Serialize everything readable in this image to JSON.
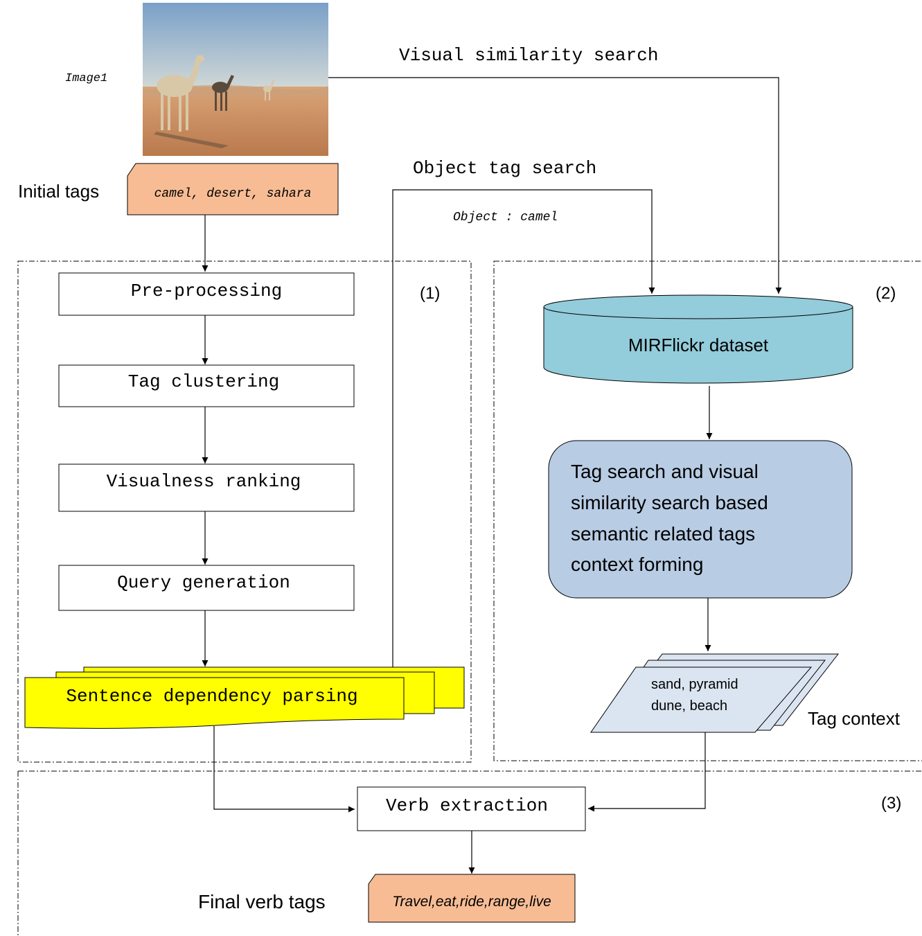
{
  "image": {
    "label": "Image1",
    "sky_top": "#7aa0c8",
    "sky_bottom": "#cfd7d6",
    "sand_top": "#d9a477",
    "sand_bottom": "#b9794d",
    "camel_color": "#d8c8a8",
    "camel_shadow": "#5a4a3a"
  },
  "initial_tags": {
    "label": "Initial tags",
    "value": "camel, desert, sahara"
  },
  "edges": {
    "visual_similarity": "Visual similarity search",
    "object_tag_search": "Object tag search",
    "object_label": "Object : camel"
  },
  "section1": {
    "number": "(1)",
    "steps": [
      "Pre-processing",
      "Tag clustering",
      "Visualness ranking",
      "Query generation"
    ],
    "docs_label": "Sentence dependency parsing"
  },
  "section2": {
    "number": "(2)",
    "dataset": "MIRFlickr dataset",
    "process_lines": [
      "Tag search and visual",
      "similarity search based",
      "semantic related tags",
      "context forming"
    ],
    "context_lines": [
      "sand, pyramid",
      "dune, beach"
    ],
    "context_label": "Tag context"
  },
  "section3": {
    "number": "(3)",
    "verb_extraction": "Verb extraction",
    "final_label": "Final verb tags",
    "final_value": "Travel,eat,ride,range,live"
  },
  "colors": {
    "tag_fill": "#f8bc94",
    "doc_fill": "#ffff00",
    "db_fill": "#93ccdb",
    "process_fill": "#b8cce4",
    "context_fill": "#dbe5f1",
    "line": "#000000"
  }
}
